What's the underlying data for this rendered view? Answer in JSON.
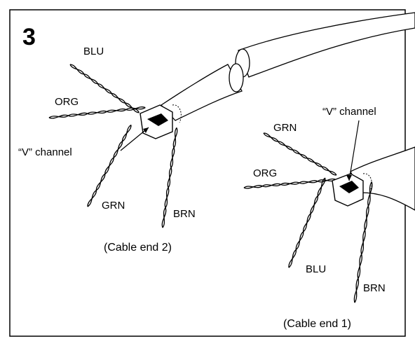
{
  "step_number": "3",
  "end2": {
    "caption": "(Cable end 2)",
    "labels": {
      "blu": "BLU",
      "org": "ORG",
      "grn": "GRN",
      "brn": "BRN",
      "v_channel": "“V” channel"
    }
  },
  "end1": {
    "caption": "(Cable end 1)",
    "labels": {
      "grn": "GRN",
      "org": "ORG",
      "blu": "BLU",
      "brn": "BRN",
      "v_channel": "“V” channel"
    }
  },
  "colors": {
    "line": "#000000",
    "background": "#ffffff"
  }
}
